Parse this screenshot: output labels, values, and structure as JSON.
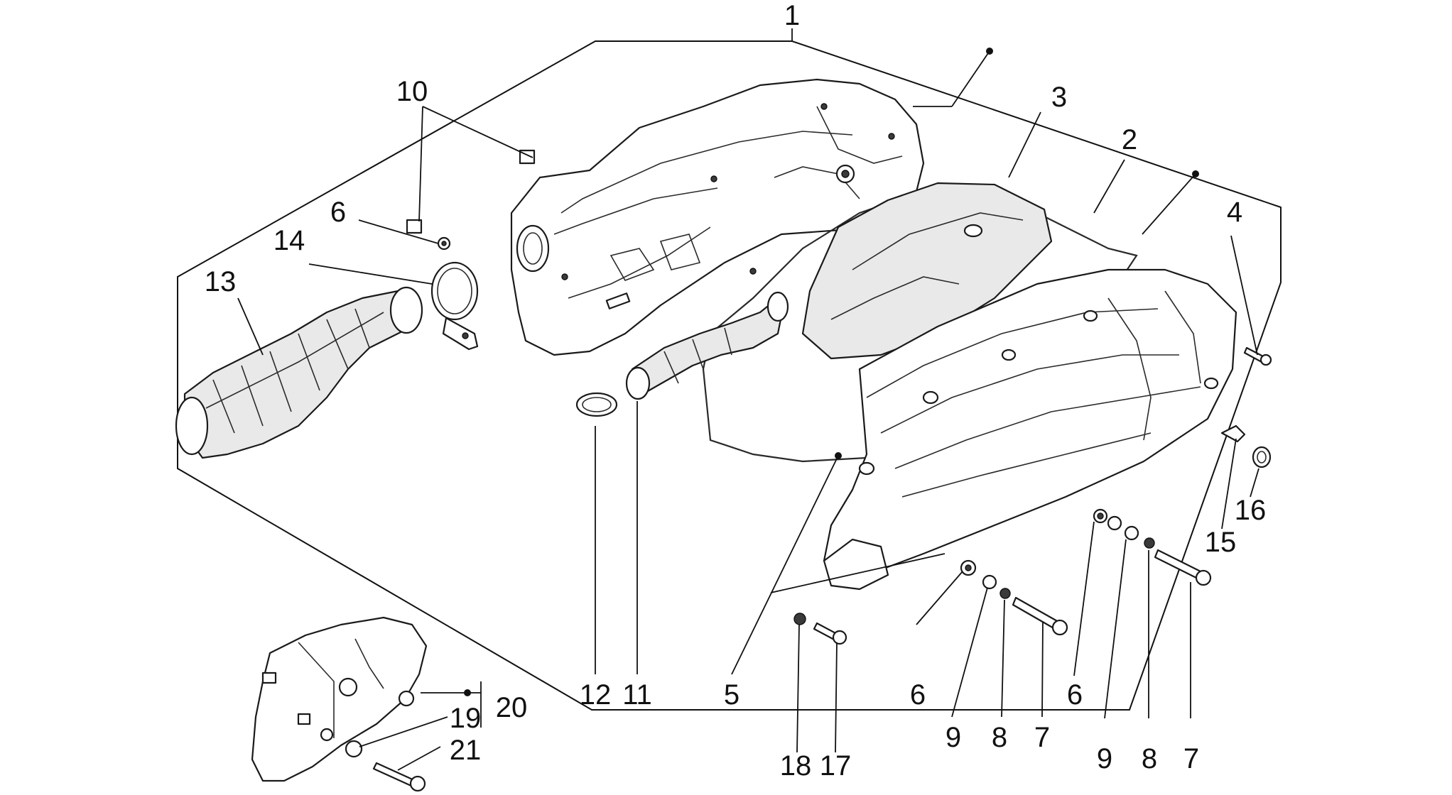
{
  "callouts": {
    "c1": "1",
    "c2": "2",
    "c3": "3",
    "c4": "4",
    "c5": "5",
    "c6a": "6",
    "c6b": "6",
    "c6c": "6",
    "c7a": "7",
    "c7b": "7",
    "c8a": "8",
    "c8b": "8",
    "c9a": "9",
    "c9b": "9",
    "c10": "10",
    "c11": "11",
    "c12": "12",
    "c13": "13",
    "c14": "14",
    "c15": "15",
    "c16": "16",
    "c17": "17",
    "c18": "18",
    "c19": "19",
    "c20": "20",
    "c21": "21"
  },
  "colors": {
    "line": "#111111",
    "part_fill": "#e9e9e9",
    "background": "#ffffff"
  }
}
